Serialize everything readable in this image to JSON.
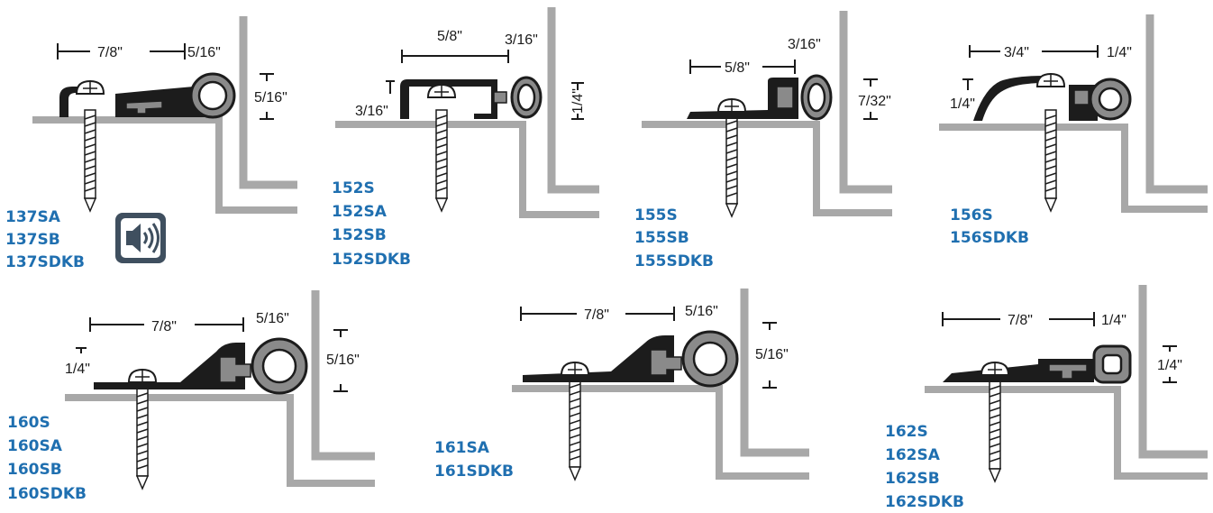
{
  "profiles": [
    {
      "id": "137",
      "dims": [
        "7/8\"",
        "5/16\"",
        "5/16\""
      ],
      "models": [
        "137SA",
        "137SB",
        "137SDKB"
      ],
      "has_sound_icon": true
    },
    {
      "id": "152",
      "dims": [
        "5/8\"",
        "3/16\"",
        "3/16\"",
        "1/4\""
      ],
      "models": [
        "152S",
        "152SA",
        "152SB",
        "152SDKB"
      ]
    },
    {
      "id": "155",
      "dims": [
        "5/8\"",
        "3/16\"",
        "7/32\""
      ],
      "models": [
        "155S",
        "155SB",
        "155SDKB"
      ]
    },
    {
      "id": "156",
      "dims": [
        "3/4\"",
        "1/4\"",
        "1/4\""
      ],
      "models": [
        "156S",
        "156SDKB"
      ]
    },
    {
      "id": "160",
      "dims": [
        "7/8\"",
        "5/16\"",
        "5/16\"",
        "1/4\""
      ],
      "models": [
        "160S",
        "160SA",
        "160SB",
        "160SDKB"
      ]
    },
    {
      "id": "161",
      "dims": [
        "7/8\"",
        "5/16\"",
        "5/16\""
      ],
      "models": [
        "161SA",
        "161SDKB"
      ]
    },
    {
      "id": "162",
      "dims": [
        "7/8\"",
        "1/4\"",
        "1/4\""
      ],
      "models": [
        "162S",
        "162SA",
        "162SB",
        "162SDKB"
      ]
    }
  ],
  "icons": {
    "sound": "speaker-sound-icon"
  },
  "colors": {
    "model_text": "#1f6fb0",
    "wall": "#a8a8a8",
    "seal": "#1c1c1c",
    "bulb": "#8a8a8a"
  }
}
